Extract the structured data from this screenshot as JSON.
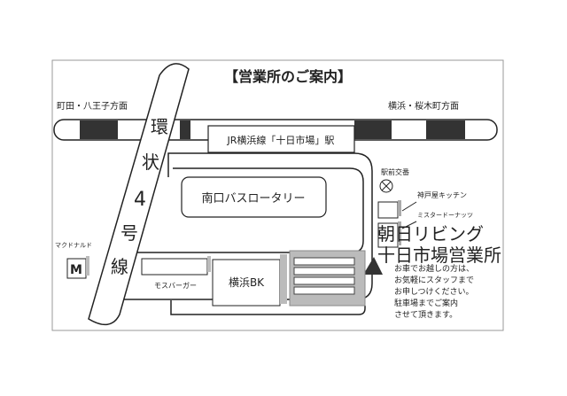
{
  "title": "【営業所のご案内】",
  "directions": {
    "left": "町田・八王子方面",
    "right": "横浜・桜木町方面"
  },
  "station": "JR横浜線「十日市場」駅",
  "ring_road": [
    "環",
    "状",
    "4",
    "号",
    "線"
  ],
  "bus_rotary": "南口バスロータリー",
  "police_box": "駅前交番",
  "kobeya": "神戸屋キッチン",
  "misdo": "ミスタードーナッツ",
  "mcdonalds": "マクドナルド",
  "mcdonalds_logo": "M",
  "mos": "モスバーガー",
  "bank": "横浜BK",
  "office": {
    "line1": "朝日リビング",
    "line2": "十日市場営業所"
  },
  "note": [
    "お車でお越しの方は、",
    "お気軽にスタッフまで",
    "お申しつけください。",
    "駐車場までご案内",
    "させて頂きます。"
  ]
}
